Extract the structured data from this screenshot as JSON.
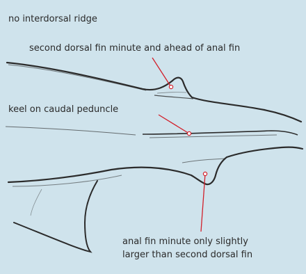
{
  "labels": {
    "no_ridge": "no interdorsal ridge",
    "second_dorsal": "second dorsal fin minute and ahead of anal fin",
    "keel": "keel on caudal peduncle",
    "anal_line1": "anal fin minute only slightly",
    "anal_line2": "larger than second dorsal fin"
  },
  "colors": {
    "background": "#cfe3ec",
    "outline": "#2b2b2b",
    "pointer": "#d21f2a"
  }
}
